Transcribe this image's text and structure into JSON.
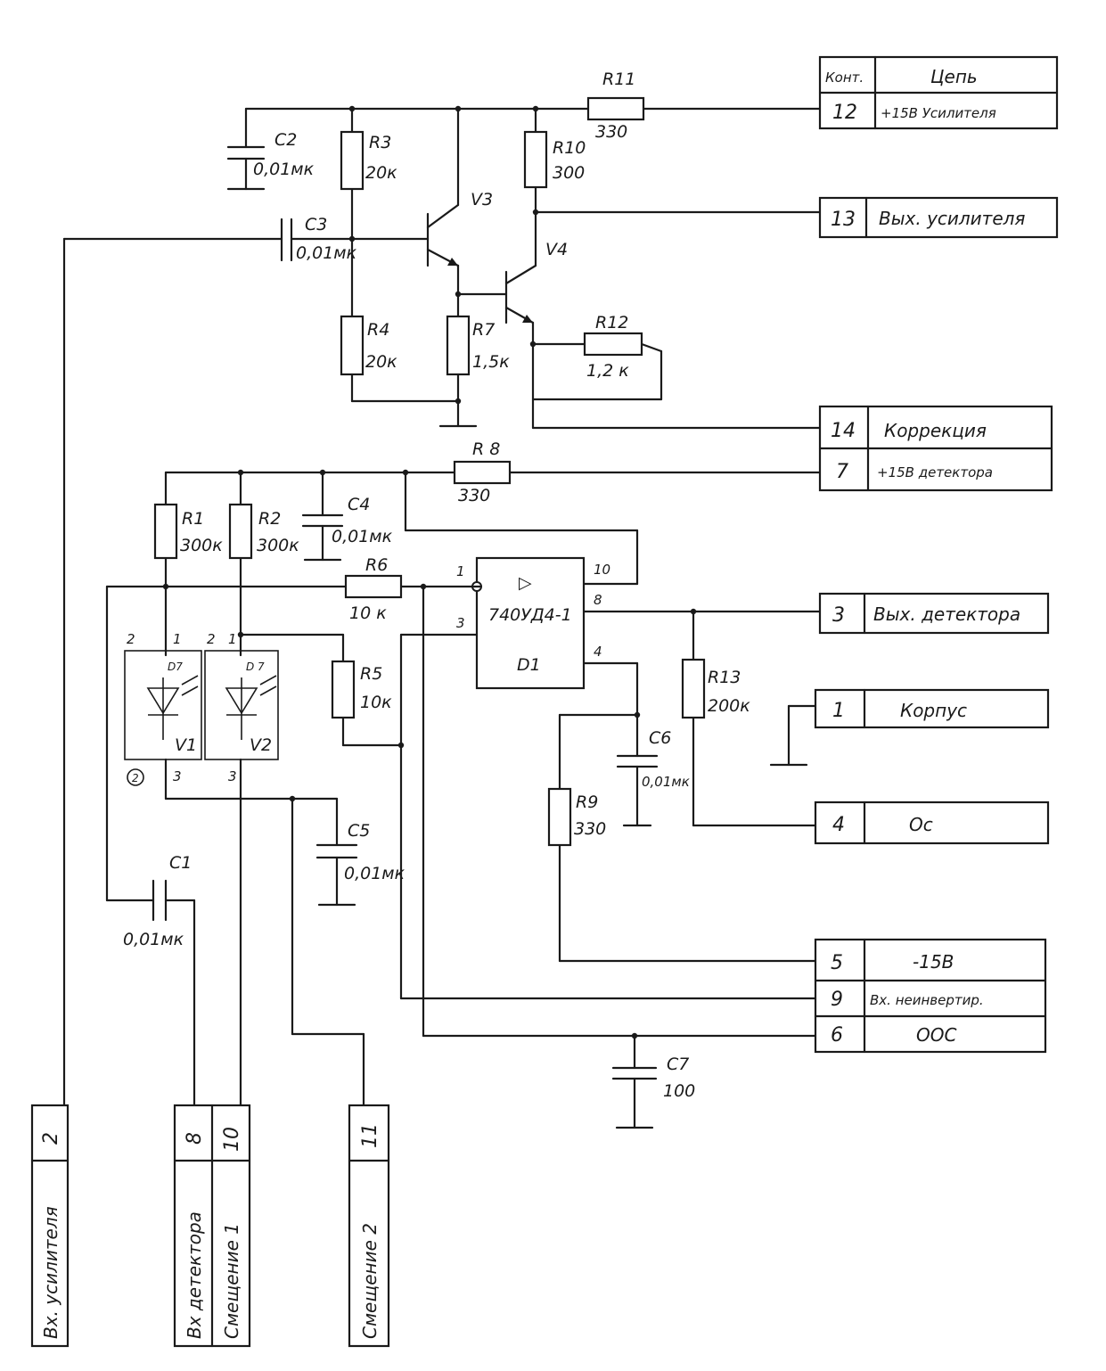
{
  "connector_table": {
    "header": {
      "pin": "Конт.",
      "circuit": "Цепь"
    },
    "pins": [
      {
        "num": "12",
        "name": "+15В Усилителя"
      },
      {
        "num": "13",
        "name": "Вых. усилителя"
      },
      {
        "num": "14",
        "name": "Коррекция"
      },
      {
        "num": "7",
        "name": "+15В детектора"
      },
      {
        "num": "3",
        "name": "Вых. детектора"
      },
      {
        "num": "1",
        "name": "Корпус"
      },
      {
        "num": "4",
        "name": "Ос"
      },
      {
        "num": "5",
        "name": "-15В"
      },
      {
        "num": "9",
        "name": "Вх. неинвертир."
      },
      {
        "num": "6",
        "name": "ООС"
      }
    ]
  },
  "bottom_connectors": [
    {
      "num": "2",
      "name": "Вх. усилителя"
    },
    {
      "num": "8",
      "name": "Вх детектора"
    },
    {
      "num": "10",
      "name": "Смещение 1"
    },
    {
      "num": "11",
      "name": "Смещение 2"
    }
  ],
  "components": {
    "R1": {
      "ref": "R1",
      "value": "300к"
    },
    "R2": {
      "ref": "R2",
      "value": "300к"
    },
    "R3": {
      "ref": "R3",
      "value": "20к"
    },
    "R4": {
      "ref": "R4",
      "value": "20к"
    },
    "R5": {
      "ref": "R5",
      "value": "10к"
    },
    "R6": {
      "ref": "R6",
      "value": "10 к"
    },
    "R7": {
      "ref": "R7",
      "value": "1,5к"
    },
    "R8": {
      "ref": "R 8",
      "value": "330"
    },
    "R9": {
      "ref": "R9",
      "value": "330"
    },
    "R10": {
      "ref": "R10",
      "value": "300"
    },
    "R11": {
      "ref": "R11",
      "value": "330"
    },
    "R12": {
      "ref": "R12",
      "value": "1,2 к"
    },
    "R13": {
      "ref": "R13",
      "value": "200к"
    },
    "C1": {
      "ref": "C1",
      "value": "0,01мк"
    },
    "C2": {
      "ref": "C2",
      "value": "0,01мк"
    },
    "C3": {
      "ref": "C3",
      "value": "0,01мк"
    },
    "C4": {
      "ref": "C4",
      "value": "0,01мк"
    },
    "C5": {
      "ref": "C5",
      "value": "0,01мк"
    },
    "C6": {
      "ref": "C6",
      "value": "0,01мк"
    },
    "C7": {
      "ref": "C7",
      "value": "100"
    },
    "V3": {
      "ref": "V3"
    },
    "V4": {
      "ref": "V4"
    },
    "V1": {
      "ref": "V1"
    },
    "V2": {
      "ref": "V2"
    },
    "D1": {
      "ref": "D1",
      "part": "740УД4-1",
      "symbol": "▷"
    },
    "D7a": {
      "ref": "D7"
    },
    "D7b": {
      "ref": "D 7"
    }
  },
  "pin_labels": {
    "d1_pin1": "1",
    "d1_pin3": "3",
    "d1_pin10": "10",
    "d1_pin8": "8",
    "d1_pin4": "4",
    "v1_pin2": "2",
    "v1_pin1": "1",
    "v1_pin3": "3",
    "v2_pin2": "2",
    "v2_pin1": "1",
    "v2_pin3": "3",
    "circle_mark": "2"
  }
}
